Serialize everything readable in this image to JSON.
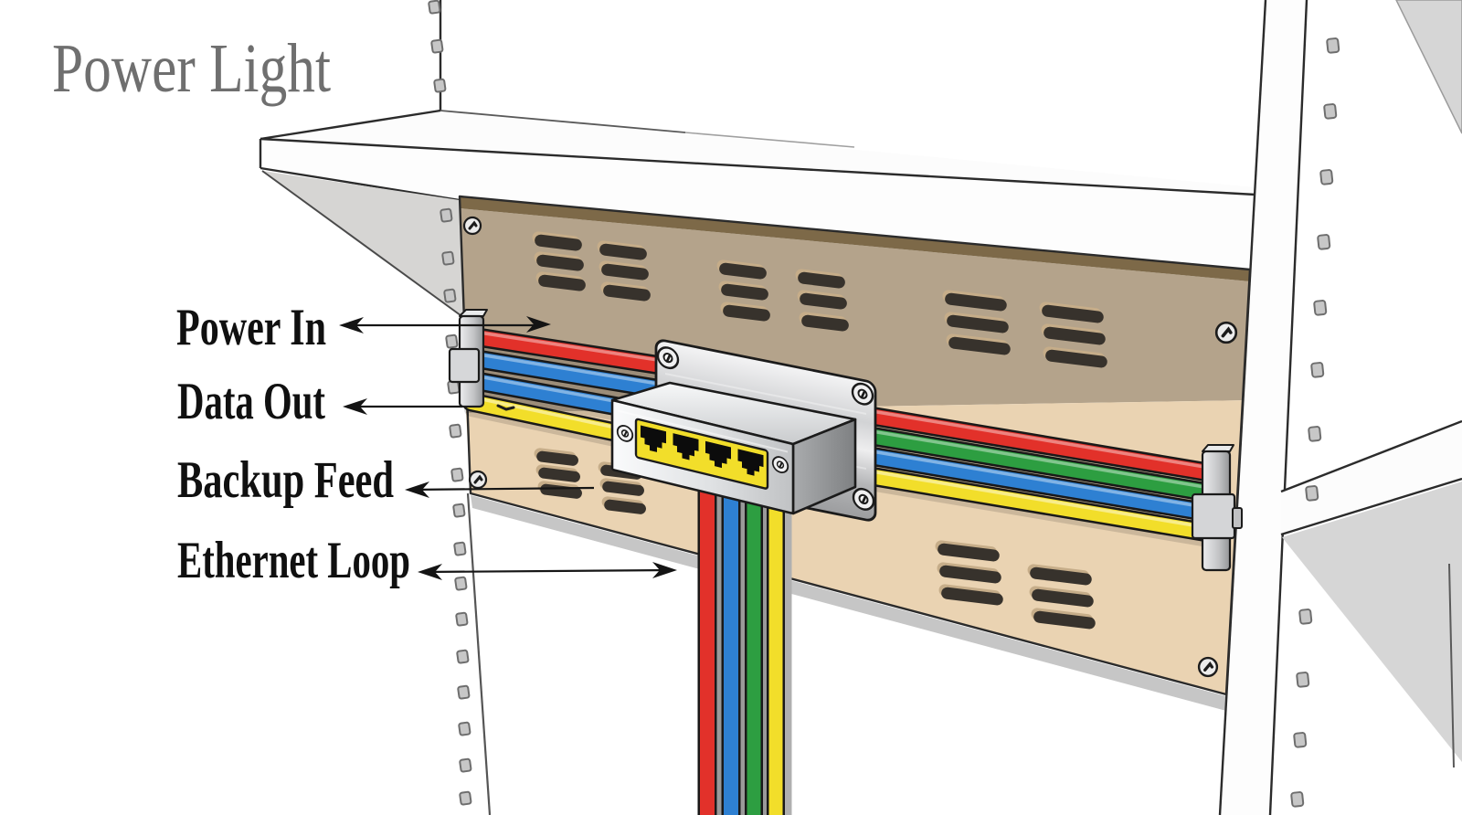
{
  "title": "Power Light",
  "annotations": [
    {
      "text": "Power In",
      "arrow": "double-headed, points into upper cable run"
    },
    {
      "text": "Data Out",
      "arrow": "left-headed, line ends at left cable bracket"
    },
    {
      "text": "Backup Feed",
      "arrow": "left-headed, line ends at lower-left vents"
    },
    {
      "text": "Ethernet Loop",
      "arrow": "double-headed, points at vertical cable drop"
    }
  ],
  "device": {
    "name": "4-port ethernet switch on vented back panel",
    "port_count": 4,
    "port_style": "black RJ45 silhouettes on yellow strip"
  },
  "cables": {
    "left_run": [
      "red",
      "blue",
      "blue",
      "yellow"
    ],
    "right_run": [
      "red",
      "green",
      "blue",
      "yellow"
    ],
    "drop_run": [
      "red",
      "blue",
      "green",
      "yellow"
    ]
  },
  "colors": {
    "red": "#e2312a",
    "green": "#2d9e41",
    "blue": "#2e80d2",
    "yellow": "#f2de2a",
    "panel_upper": "#b4a38b",
    "panel_lower": "#ead3b2",
    "panel_edge_brown": "#7d6948",
    "metal_silver": "#cfd1d3",
    "title_gray": "#6f6f6f",
    "label_black": "#101010"
  }
}
